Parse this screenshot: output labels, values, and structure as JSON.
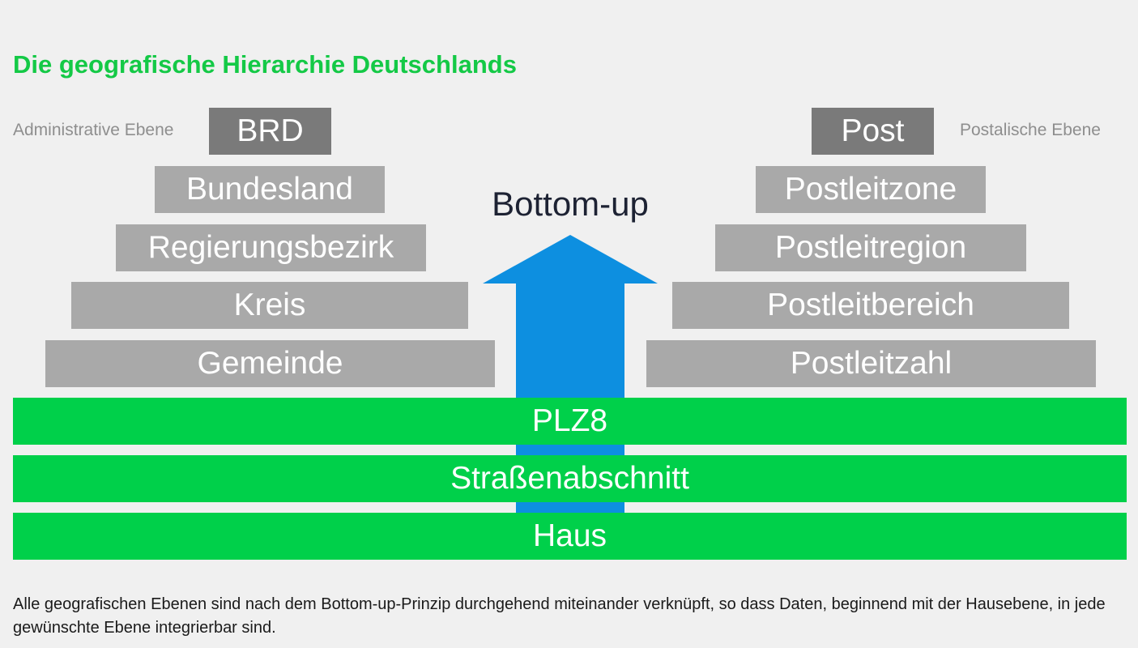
{
  "title": "Die geografische Hierarchie Deutschlands",
  "left": {
    "label": "Administrative Ebene",
    "levels": [
      "BRD",
      "Bundesland",
      "Regierungsbezirk",
      "Kreis",
      "Gemeinde"
    ]
  },
  "right": {
    "label": "Postalische Ebene",
    "levels": [
      "Post",
      "Postleitzone",
      "Postleitregion",
      "Postleitbereich",
      "Postleitzahl"
    ]
  },
  "arrow_label": "Bottom-up",
  "shared_levels": [
    "PLZ8",
    "Straßenabschnitt",
    "Haus"
  ],
  "footer": "Alle geografischen Ebenen sind nach dem Bottom-up-Prinzip durchgehend miteinander verknüpft, so dass Daten, beginnend mit der Hausebene, in jede gewünschte Ebene integrierbar sind.",
  "colors": {
    "title": "#14c946",
    "shared_level": "#00d04a",
    "top_box": "#7a7a7a",
    "level_box": "#a9a9a9",
    "arrow": "#0d8fe0"
  }
}
